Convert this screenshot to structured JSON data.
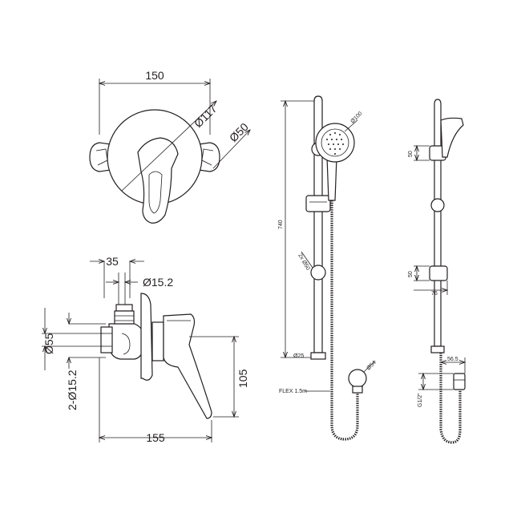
{
  "drawing": {
    "mixer_front": {
      "width_label": "150",
      "plate_dia_label": "Ø117",
      "handle_dia_label": "Ø50"
    },
    "mixer_side": {
      "offset_label": "35",
      "inlet_dia_label": "Ø15.2",
      "body_dia_label": "Ø55",
      "inlets_label": "2-Ø15.2",
      "height_label": "105",
      "depth_label": "155"
    },
    "riser_front": {
      "head_dia_label": "Ø100",
      "length_label": "740",
      "brackets_label": "2x Ø50",
      "rail_dia_label": "Ø25",
      "outlet_dia_label": "Ø54",
      "hose_label": "FLEX 1.5m"
    },
    "riser_side": {
      "upper_label": "50",
      "lower_label": "50",
      "projection_label": "76",
      "outlet_proj_label": "56.5",
      "thread_label": "G1/2\""
    }
  }
}
